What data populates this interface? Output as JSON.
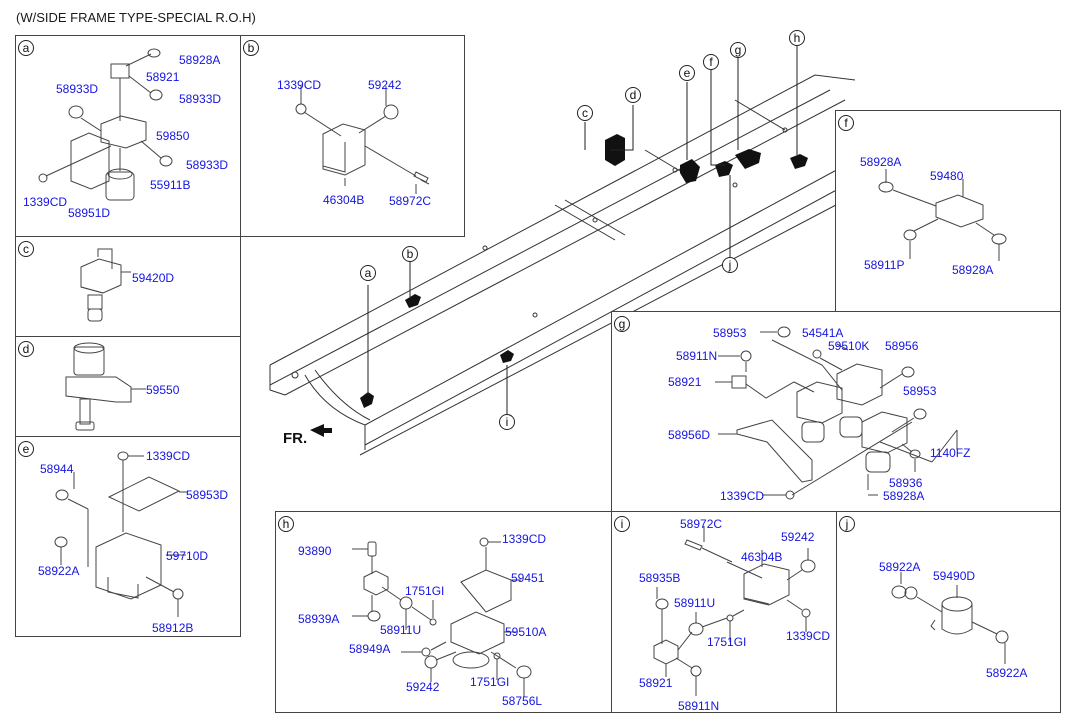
{
  "title": "(W/SIDE FRAME TYPE-SPECIAL R.O.H)",
  "front_indicator": "FR.",
  "label_color": "#1515e0",
  "frame_callouts": [
    "a",
    "b",
    "c",
    "d",
    "e",
    "f",
    "g",
    "h",
    "i",
    "j"
  ],
  "panels": {
    "a": {
      "id": "a",
      "parts": [
        "58928A",
        "58921",
        "58933D",
        "58933D",
        "59850",
        "58933D",
        "55911B",
        "1339CD",
        "58951D"
      ]
    },
    "b": {
      "id": "b",
      "parts": [
        "1339CD",
        "59242",
        "46304B",
        "58972C"
      ]
    },
    "c": {
      "id": "c",
      "parts": [
        "59420D"
      ]
    },
    "d": {
      "id": "d",
      "parts": [
        "59550"
      ]
    },
    "e": {
      "id": "e",
      "parts": [
        "1339CD",
        "58944",
        "58953D",
        "59710D",
        "58922A",
        "58912B"
      ]
    },
    "f": {
      "id": "f",
      "parts": [
        "58928A",
        "59480",
        "58911P",
        "58928A"
      ]
    },
    "g": {
      "id": "g",
      "parts": [
        "58953",
        "54541A",
        "58911N",
        "59510K",
        "58956",
        "58921",
        "58953",
        "58956D",
        "1140FZ",
        "58936",
        "1339CD",
        "58928A"
      ]
    },
    "h": {
      "id": "h",
      "parts": [
        "1339CD",
        "93890",
        "59451",
        "1751GI",
        "58939A",
        "58911U",
        "59510A",
        "58949A",
        "59242",
        "1751GI",
        "58756L"
      ]
    },
    "i": {
      "id": "i",
      "parts": [
        "58972C",
        "59242",
        "46304B",
        "58935B",
        "58911U",
        "1751GI",
        "1339CD",
        "58921",
        "58911N"
      ]
    },
    "j": {
      "id": "j",
      "parts": [
        "58922A",
        "59490D",
        "58922A"
      ]
    }
  }
}
